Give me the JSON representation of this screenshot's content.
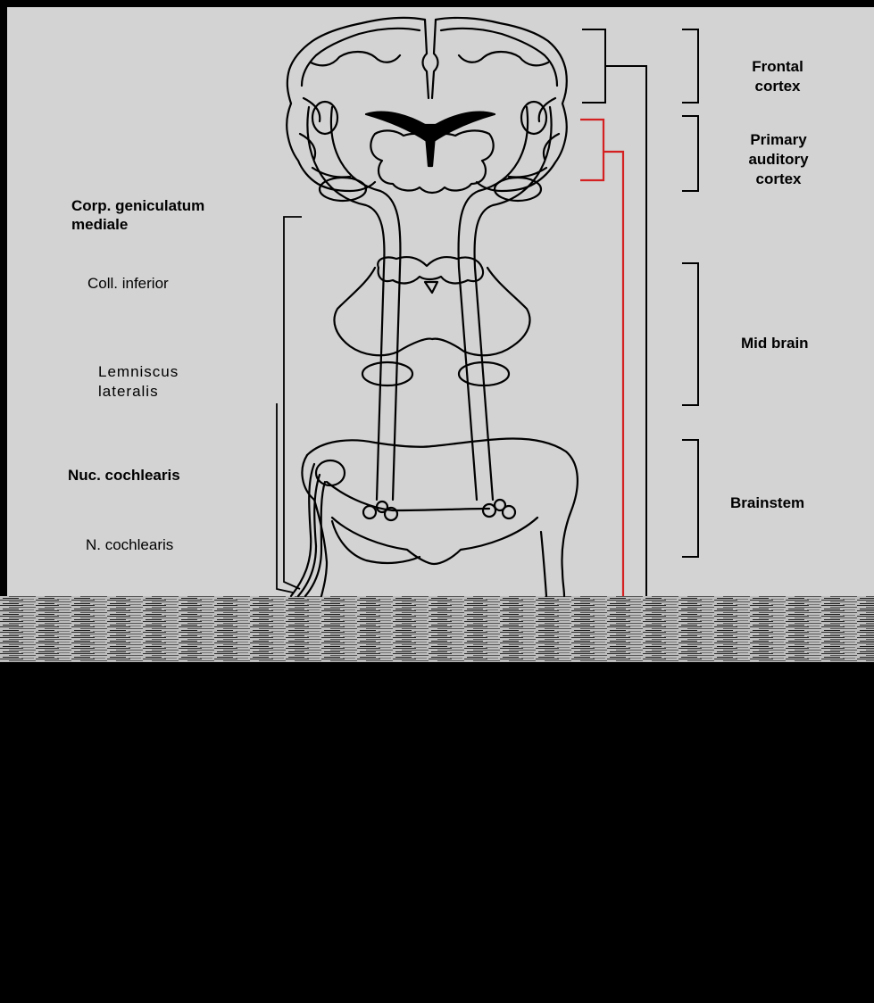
{
  "labels": {
    "frontal_cortex": "Frontal\ncortex",
    "primary_auditory_cortex": "Primary\nauditory\ncortex",
    "mid_brain": "Mid brain",
    "brainstem": "Brainstem",
    "corp_geniculatum": "Corp. geniculatum\nmediale",
    "coll_inferior": "Coll. inferior",
    "lemniscus_lateralis": "Lemniscus\nlateralis",
    "nuc_cochlearis": "Nuc. cochlearis",
    "n_cochlearis": "N. cochlearis"
  },
  "colors": {
    "background": "#d3d3d3",
    "ink": "#000000",
    "highlight": "#d42020",
    "letterbox": "#000000"
  }
}
